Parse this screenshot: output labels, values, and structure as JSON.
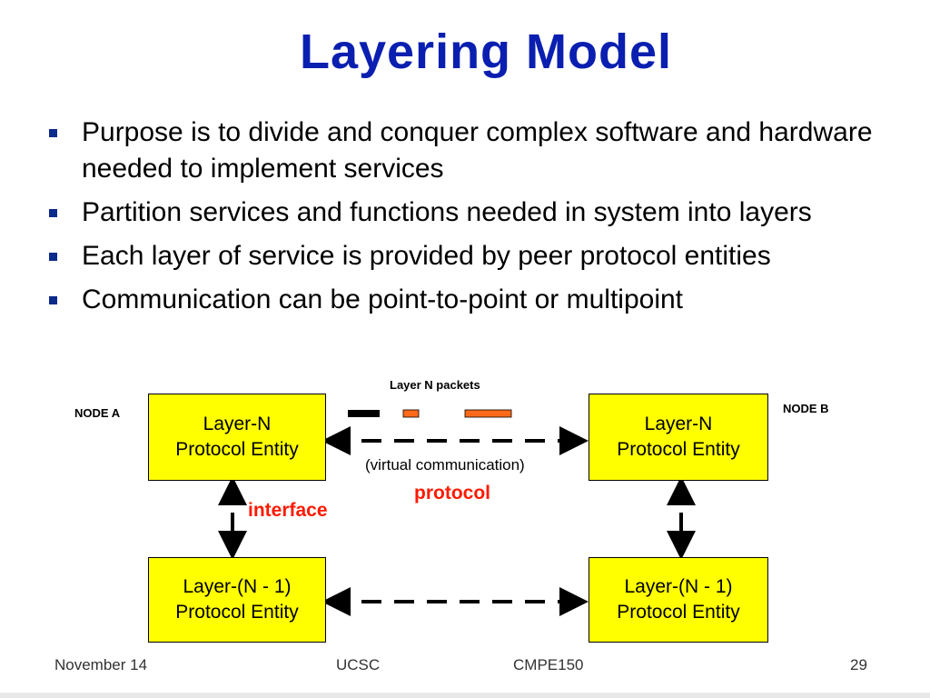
{
  "slide": {
    "title": "Layering Model",
    "bullets": [
      "Purpose is to divide and conquer complex software and hardware needed to implement services",
      "Partition services and functions needed in system into layers",
      "Each layer of service is provided by peer protocol entities",
      "Communication can be point-to-point or multipoint"
    ]
  },
  "diagram": {
    "packets_label": "Layer N packets",
    "node_a": "NODE  A",
    "node_b": "NODE  B",
    "top_left_box": [
      "Layer-N",
      "Protocol Entity"
    ],
    "top_right_box": [
      "Layer-N",
      "Protocol Entity"
    ],
    "bottom_left_box": [
      "Layer-(N - 1)",
      "Protocol Entity"
    ],
    "bottom_right_box": [
      "Layer-(N - 1)",
      "Protocol Entity"
    ],
    "virtual_comm": "(virtual communication)",
    "protocol_label": "protocol",
    "interface_label": "interface"
  },
  "footer": {
    "date": "November 14",
    "org": "UCSC",
    "course": "CMPE150",
    "page": "29"
  },
  "colors": {
    "title": "#0a1fb0",
    "box_fill": "#ffff00",
    "highlight": "#ff1a00",
    "packet_fill": "#ff6a1a",
    "bullet": "#0a2a8c"
  }
}
